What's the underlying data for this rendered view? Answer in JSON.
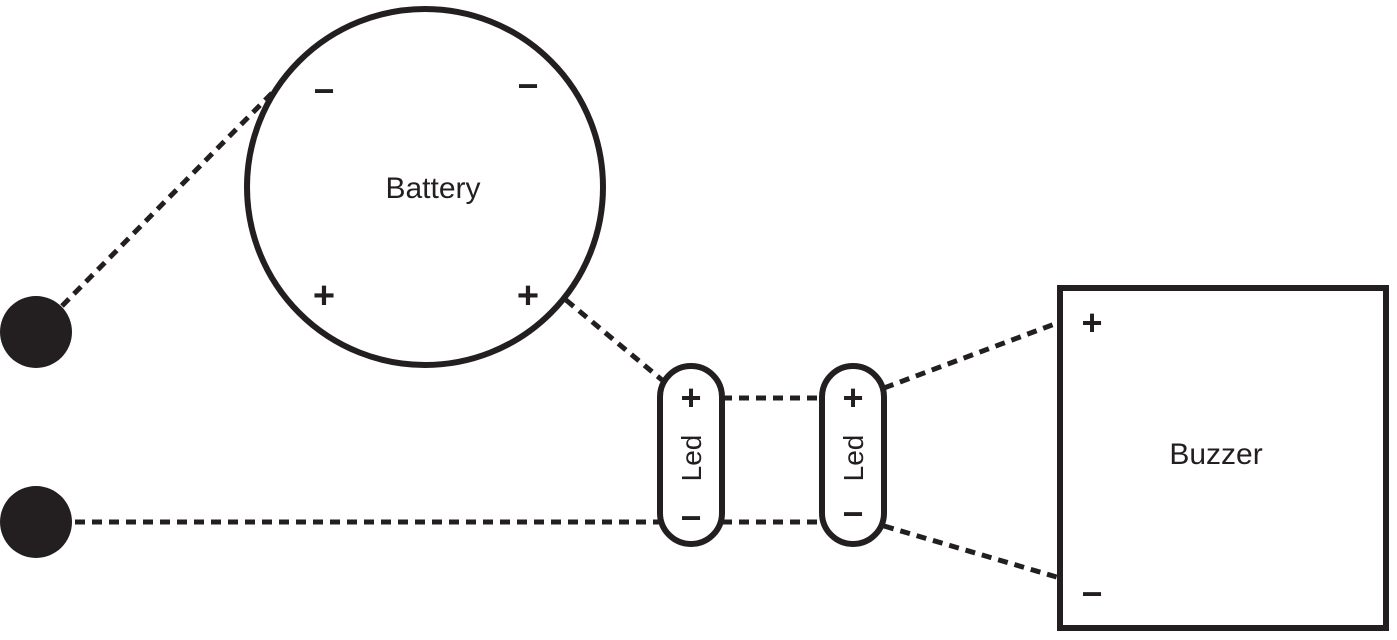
{
  "diagram": {
    "battery": {
      "label": "Battery",
      "terminals": {
        "top_left": "−",
        "top_right": "−",
        "bottom_left": "+",
        "bottom_right": "+"
      }
    },
    "led_1": {
      "label": "Led",
      "plus": "+",
      "minus": "−"
    },
    "led_2": {
      "label": "Led",
      "plus": "+",
      "minus": "−"
    },
    "buzzer": {
      "label": "Buzzer",
      "plus": "+",
      "minus": "−"
    }
  },
  "colors": {
    "stroke": "#231f20",
    "background": "#ffffff"
  }
}
